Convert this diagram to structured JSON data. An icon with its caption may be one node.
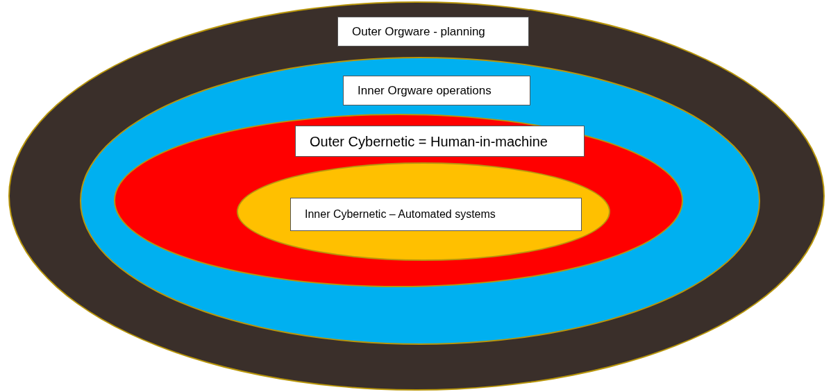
{
  "diagram": {
    "nodes": [
      {
        "text": [
          "Outer Orgware - planning"
        ]
      },
      {
        "text": [
          "Inner Orgware operations"
        ],
        "in": 0
      },
      {
        "text": [
          "Outer Cybernetic = Human-in-machine"
        ],
        "in": 1
      },
      {
        "text": [
          "Inner Cybernetic – Automated systems"
        ],
        "in": 2
      }
    ]
  }
}
